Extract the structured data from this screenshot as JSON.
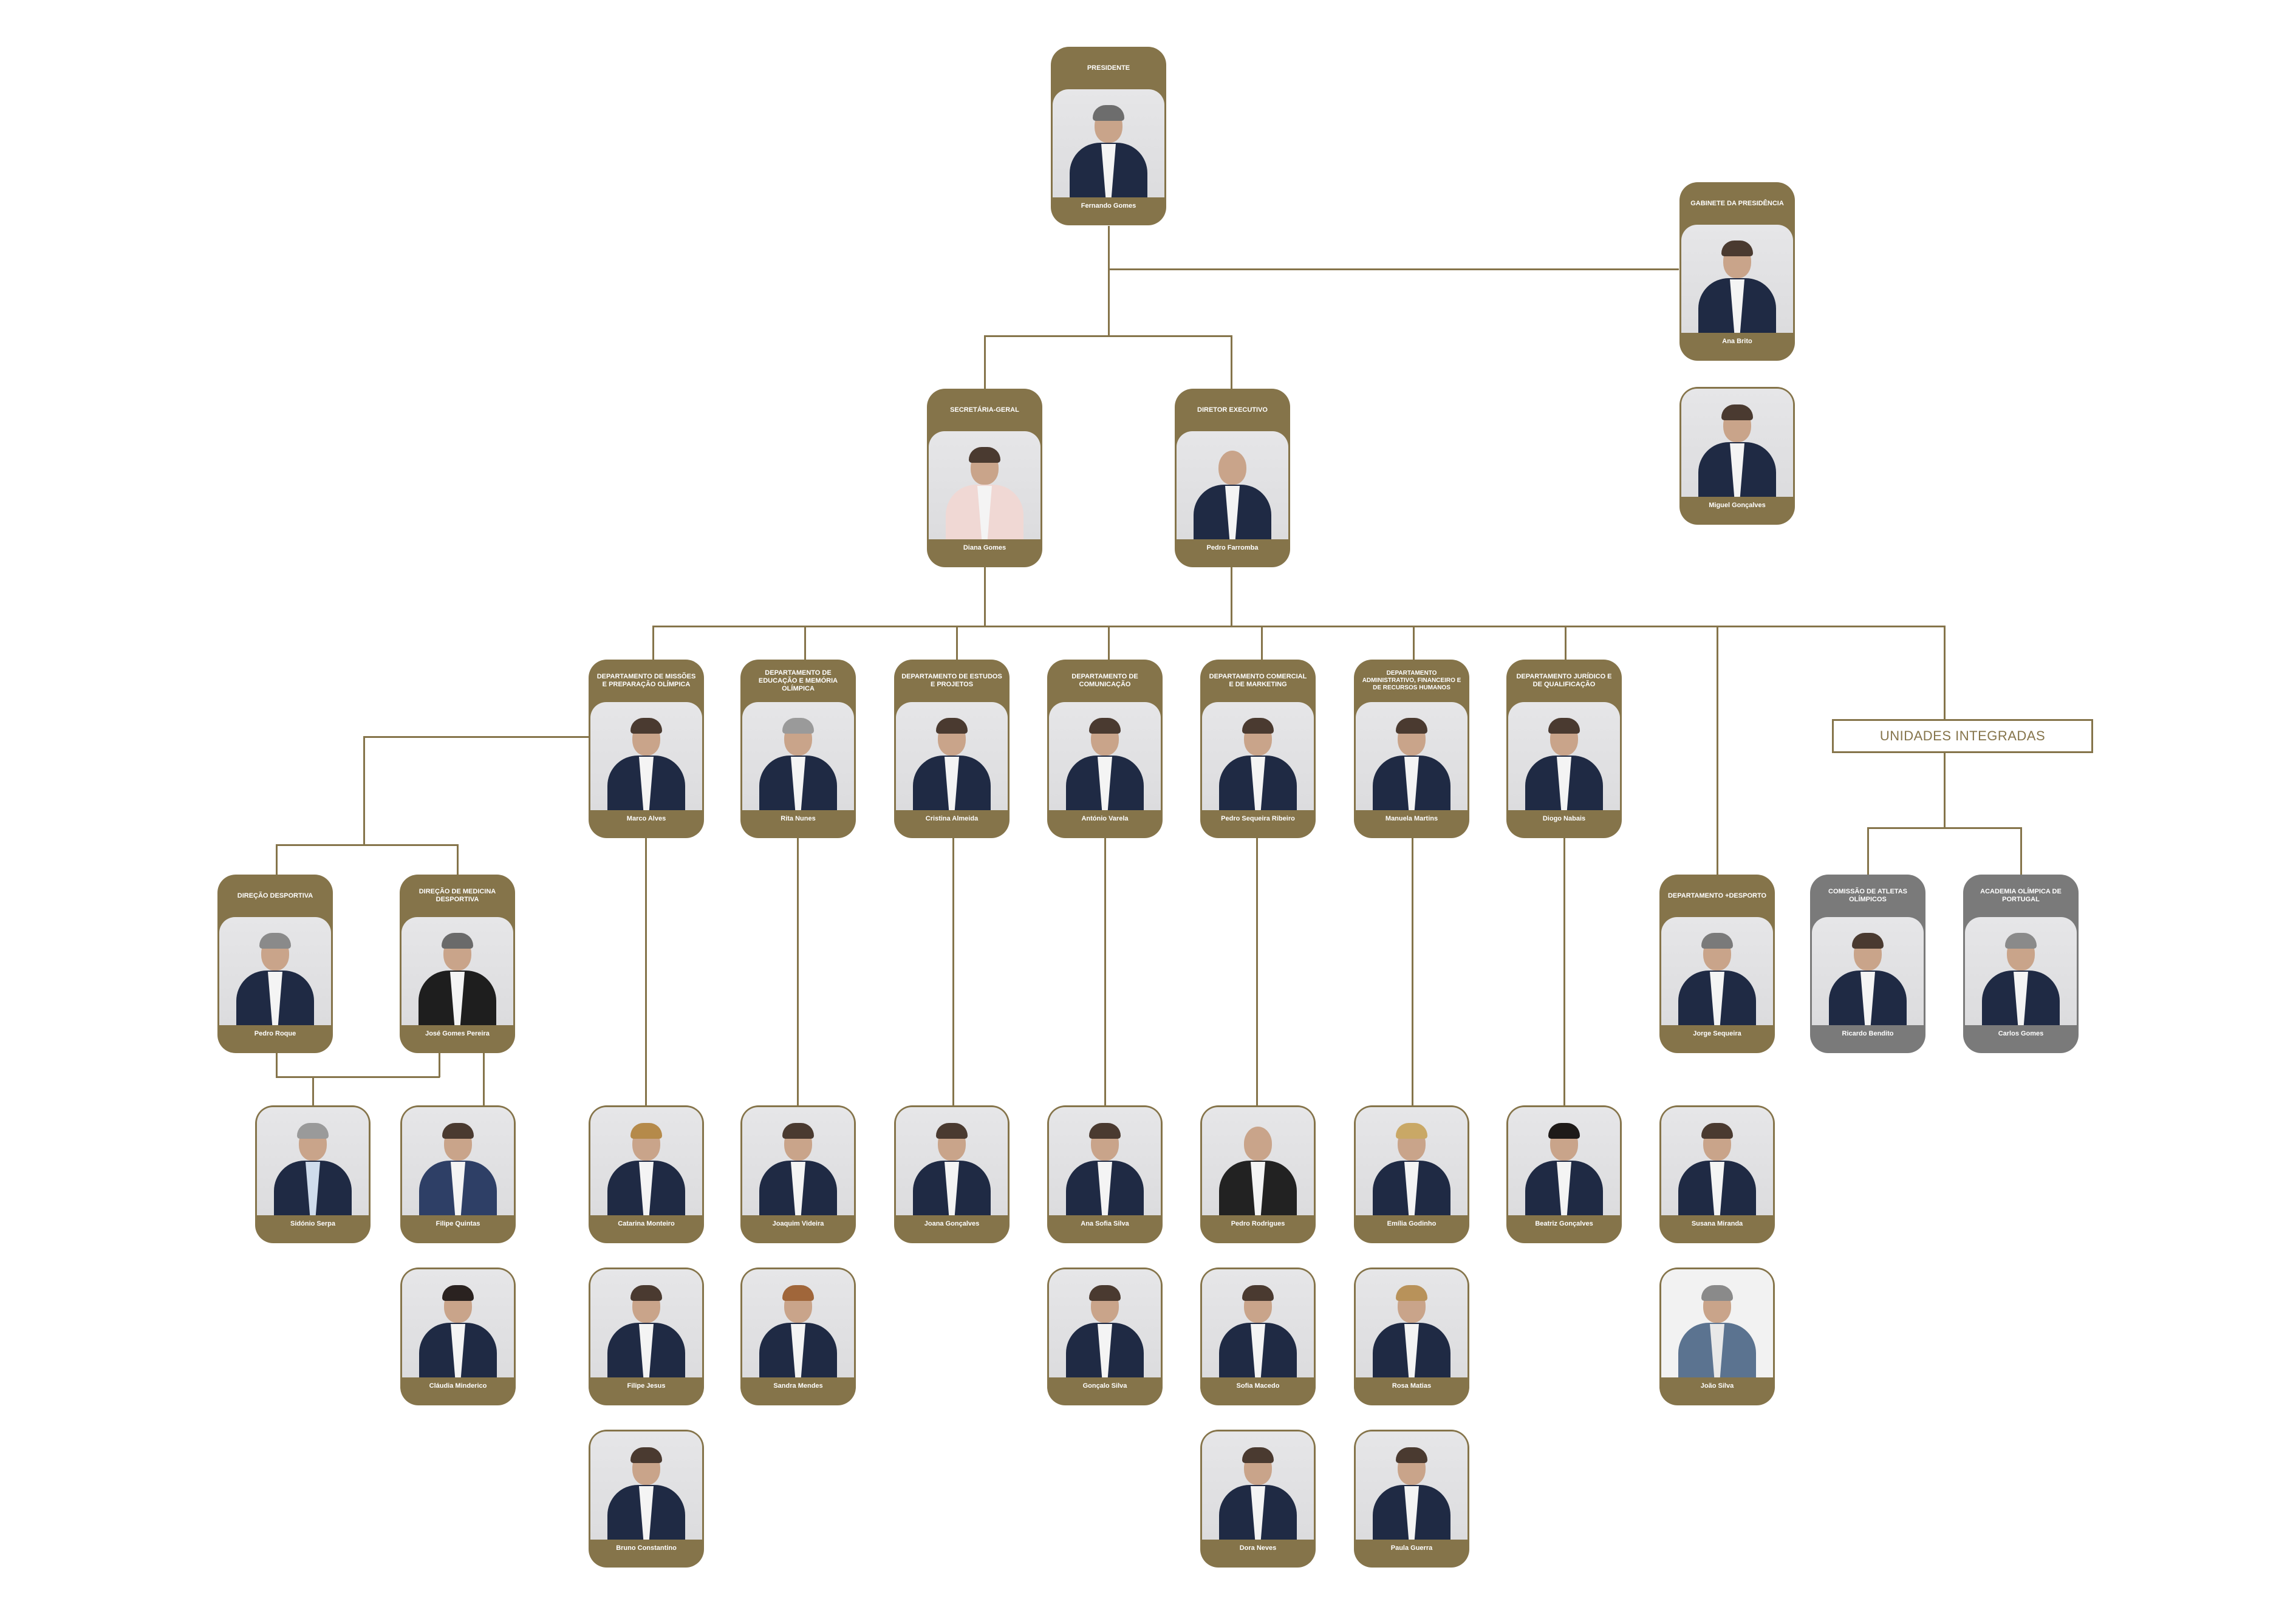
{
  "chart_title": "",
  "colors": {
    "primary": "#85744a",
    "secondary": "#7a7a7a",
    "background": "#ffffff"
  },
  "president": {
    "title": "PRESIDENTE",
    "name": "Fernando Gomes"
  },
  "cabinet": {
    "title": "GABINETE DA PRESIDÊNCIA",
    "head": "Ana Brito",
    "members": [
      "Miguel Gonçalves"
    ]
  },
  "secretary_general": {
    "title": "SECRETÁRIA-GERAL",
    "name": "Diana Gomes"
  },
  "executive_director": {
    "title": "DIRETOR EXECUTIVO",
    "name": "Pedro Farromba"
  },
  "departments": [
    {
      "title": "DEPARTAMENTO DE MISSÕES E PREPARAÇÃO OLÍMPICA",
      "head": "Marco Alves",
      "members": [
        "Catarina Monteiro",
        "Filipe Jesus",
        "Bruno Constantino"
      ]
    },
    {
      "title": "DEPARTAMENTO DE EDUCAÇÃO E MEMÓRIA OLÍMPICA",
      "head": "Rita Nunes",
      "members": [
        "Joaquim Videira",
        "Sandra Mendes"
      ]
    },
    {
      "title": "DEPARTAMENTO DE ESTUDOS E PROJETOS",
      "head": "Cristina Almeida",
      "members": [
        "Joana Gonçalves"
      ]
    },
    {
      "title": "DEPARTAMENTO DE COMUNICAÇÃO",
      "head": "António Varela",
      "members": [
        "Ana Sofia Silva",
        "Gonçalo Silva"
      ]
    },
    {
      "title": "DEPARTAMENTO COMERCIAL E DE MARKETING",
      "head": "Pedro Sequeira Ribeiro",
      "members": [
        "Pedro Rodrigues",
        "Sofia Macedo",
        "Dora Neves"
      ]
    },
    {
      "title": "DEPARTAMENTO ADMINISTRATIVO, FINANCEIRO E DE RECURSOS HUMANOS",
      "head": "Manuela Martins",
      "members": [
        "Emília Godinho",
        "Rosa Matias",
        "Paula Guerra"
      ]
    },
    {
      "title": "DEPARTAMENTO JURÍDICO E DE QUALIFICAÇÃO",
      "head": "Diogo Nabais",
      "members": [
        "Beatriz Gonçalves"
      ]
    },
    {
      "title": "DEPARTAMENTO +DESPORTO",
      "head": "Jorge Sequeira",
      "members": [
        "Susana Miranda",
        "João Silva"
      ]
    }
  ],
  "sub_directorates": [
    {
      "title": "DIREÇÃO DESPORTIVA",
      "head": "Pedro Roque"
    },
    {
      "title": "DIREÇÃO DE MEDICINA DESPORTIVA",
      "head": "José Gomes Pereira"
    }
  ],
  "sub_directorate_members": [
    "Sidónio Serpa",
    "Filipe Quintas",
    "Cláudia Minderico"
  ],
  "integrated_units": {
    "label": "UNIDADES INTEGRADAS",
    "units": [
      {
        "title": "COMISSÃO DE ATLETAS OLÍMPICOS",
        "head": "Ricardo Bendito"
      },
      {
        "title": "ACADEMIA OLÍMPICA DE PORTUGAL",
        "head": "Carlos Gomes"
      }
    ]
  }
}
